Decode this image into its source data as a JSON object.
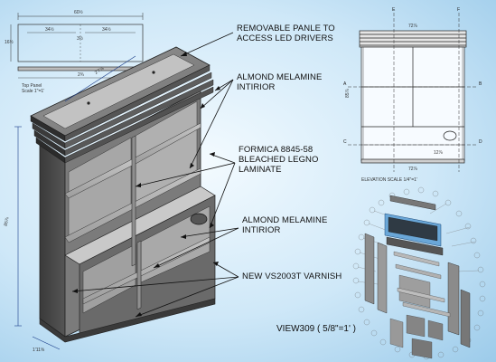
{
  "callouts": {
    "removable_panel": [
      "REMOVABLE PANLE TO",
      "ACCESS LED DRIVERS"
    ],
    "almond_interior_top": [
      "ALMOND MELAMINE",
      "INTIRIOR"
    ],
    "formica": [
      "FORMICA 8845-58",
      "BLEACHED LEGNO",
      "LAMINATE"
    ],
    "almond_interior_bottom": [
      "ALMOND MELAMINE",
      "INTIRIOR"
    ],
    "varnish": [
      "NEW VS2003T VARNISH"
    ]
  },
  "view_label": "VIEW309 ( 5/8\"=1' )",
  "elevation_caption": "ELEVATION SCALE 1/4\"=1'",
  "section_markers": [
    "A",
    "B",
    "C",
    "D",
    "E",
    "F"
  ],
  "top_panel_caption": [
    "Top Panel",
    "Scale 1\"=1'"
  ],
  "colors": {
    "background": "#cfe8f8",
    "cabinet_dark": "#4a4a4a",
    "cabinet_mid": "#8a8a8a",
    "cabinet_light": "#b5b5b5",
    "exploded_accent": "#6aa7d8"
  }
}
